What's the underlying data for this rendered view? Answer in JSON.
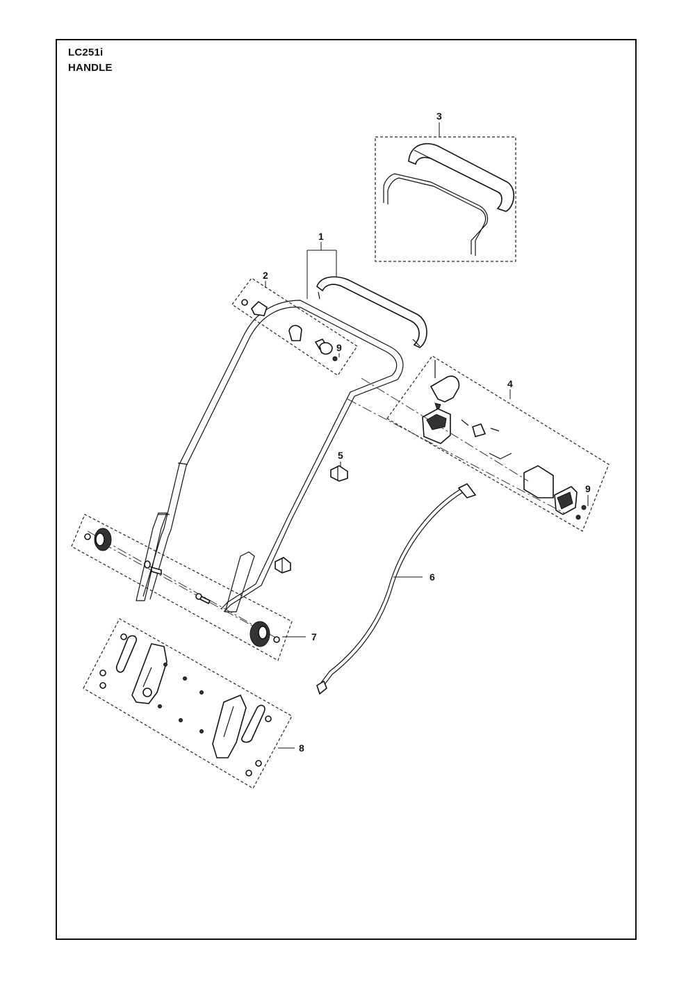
{
  "header": {
    "model": "LC251i",
    "section": "HANDLE"
  },
  "callouts": [
    {
      "id": "1",
      "label": "1"
    },
    {
      "id": "2",
      "label": "2"
    },
    {
      "id": "3",
      "label": "3"
    },
    {
      "id": "4",
      "label": "4"
    },
    {
      "id": "5",
      "label": "5"
    },
    {
      "id": "6",
      "label": "6"
    },
    {
      "id": "7",
      "label": "7"
    },
    {
      "id": "8",
      "label": "8"
    },
    {
      "id": "9a",
      "label": "9"
    },
    {
      "id": "9b",
      "label": "9"
    }
  ]
}
